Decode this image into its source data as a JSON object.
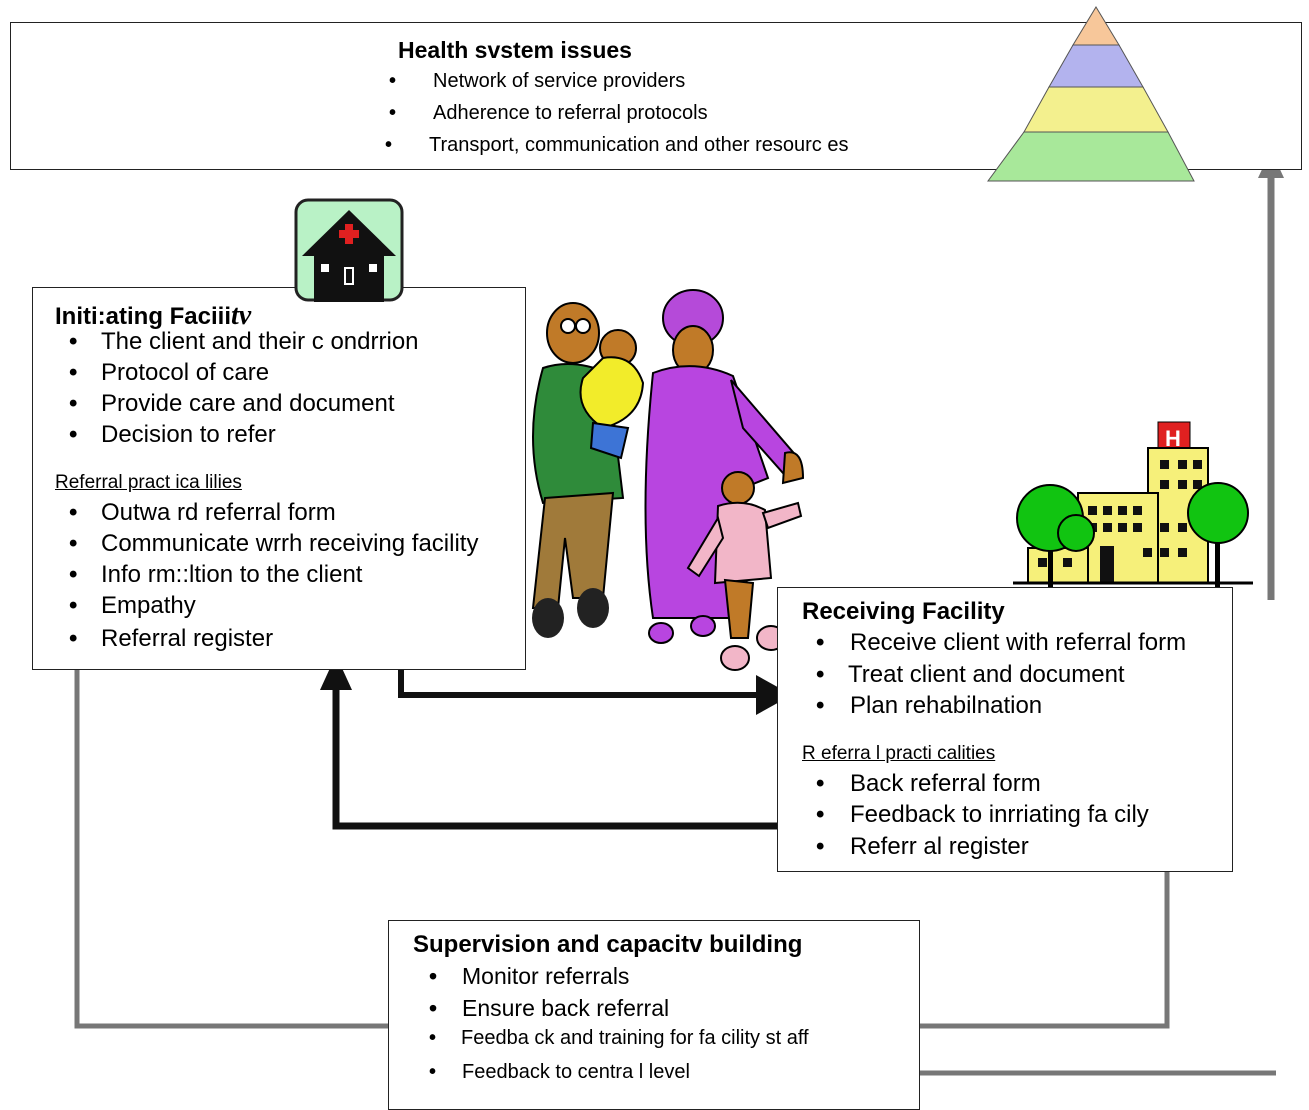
{
  "health_system": {
    "title": "Health svstem issues",
    "items": [
      "Network of service  providers",
      "Adherence to  referral  protocols",
      "Transport, communication and other resourc es"
    ]
  },
  "initiating": {
    "title": "Initi:ating Faciii",
    "title_tail": "tv",
    "items": [
      "The client and their c ondrrion",
      "Protocol  of care",
      "Provide care and document",
      "Decision  to refer"
    ],
    "practicalities_label": "Referral   pract ica lilies",
    "practicalities": [
      "Outwa rd  referral  form",
      "Communicate   wrrh receiving facility",
      "Info rm::ltion to the client",
      "Empathy",
      "Referral register"
    ]
  },
  "receiving": {
    "title": "Receiving Facility",
    "items": [
      "Receive client with referral form",
      "Treat client  and document",
      "Plan rehabilnation"
    ],
    "practicalities_label": "R eferra l practi calities",
    "practicalities": [
      "Back referral form",
      "Feedback to inrriating fa cily",
      "Referr al register"
    ]
  },
  "supervision": {
    "title": "Supervision and capacitv building",
    "items": [
      "Monitor  referrals",
      "Ensure  back referral",
      "Feedba ck and training for fa cility st aff",
      "Feedback to centra l level"
    ]
  },
  "hospital_sign": "H",
  "colors": {
    "pyramid": [
      "#f7c79a",
      "#b3b3ee",
      "#f3f08e",
      "#a8e89a"
    ],
    "arrow_gray": "#777777",
    "arrow_black": "#111111"
  }
}
